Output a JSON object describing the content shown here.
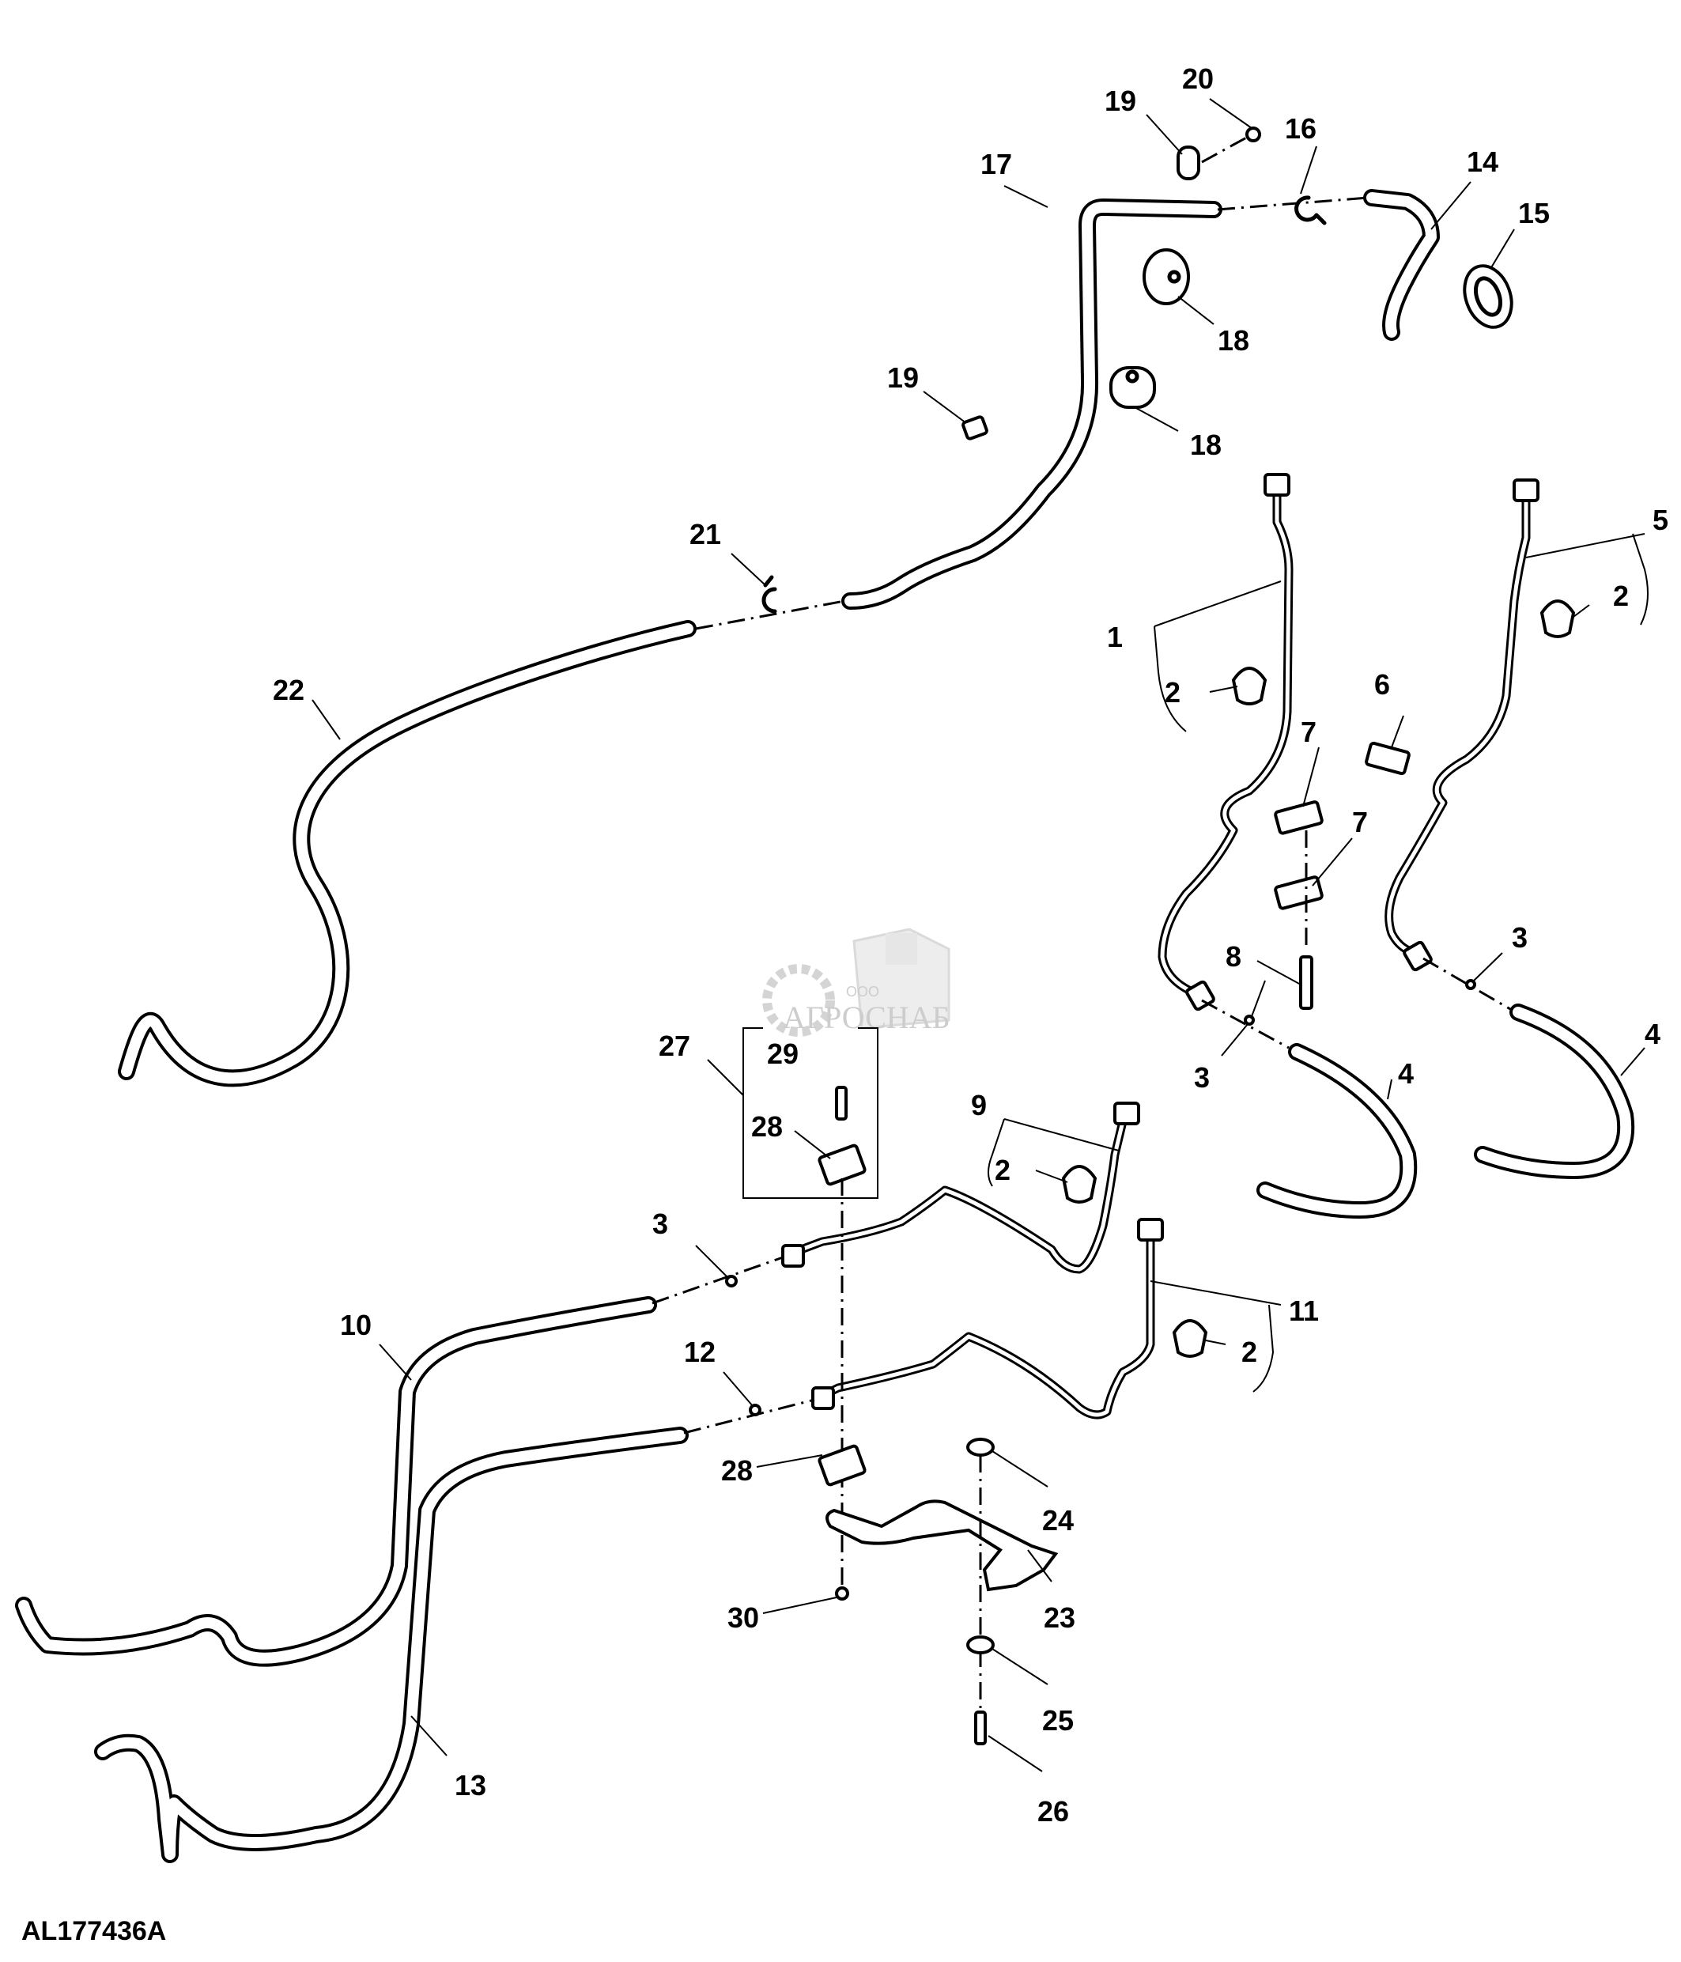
{
  "figure": {
    "id": "AL177436A",
    "type": "exploded parts diagram",
    "subject": "hydraulic hoses and lines assembly"
  },
  "watermark": {
    "prefix": "ООО",
    "name": "АГРОСНАБ"
  },
  "callouts": [
    {
      "n": "1"
    },
    {
      "n": "2"
    },
    {
      "n": "2"
    },
    {
      "n": "2"
    },
    {
      "n": "2"
    },
    {
      "n": "3"
    },
    {
      "n": "3"
    },
    {
      "n": "3"
    },
    {
      "n": "4"
    },
    {
      "n": "4"
    },
    {
      "n": "5"
    },
    {
      "n": "6"
    },
    {
      "n": "7"
    },
    {
      "n": "7"
    },
    {
      "n": "8"
    },
    {
      "n": "9"
    },
    {
      "n": "10"
    },
    {
      "n": "11"
    },
    {
      "n": "12"
    },
    {
      "n": "13"
    },
    {
      "n": "14"
    },
    {
      "n": "15"
    },
    {
      "n": "16"
    },
    {
      "n": "17"
    },
    {
      "n": "18"
    },
    {
      "n": "18"
    },
    {
      "n": "19"
    },
    {
      "n": "19"
    },
    {
      "n": "20"
    },
    {
      "n": "21"
    },
    {
      "n": "22"
    },
    {
      "n": "23"
    },
    {
      "n": "24"
    },
    {
      "n": "25"
    },
    {
      "n": "26"
    },
    {
      "n": "27"
    },
    {
      "n": "28"
    },
    {
      "n": "28"
    },
    {
      "n": "29"
    },
    {
      "n": "30"
    }
  ]
}
